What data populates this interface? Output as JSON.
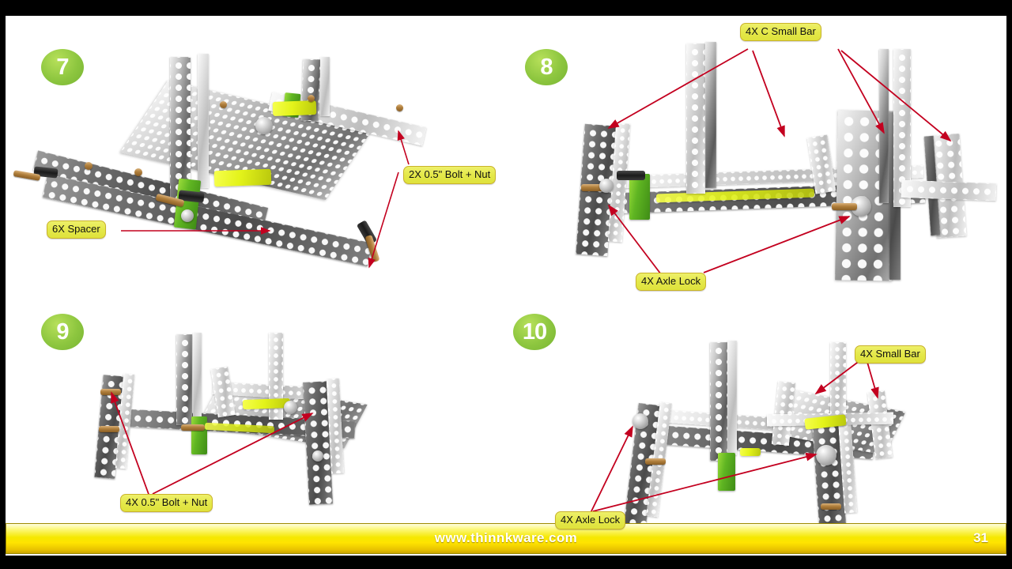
{
  "document": {
    "page_number": "31",
    "footer_url": "www.thinnkware.com"
  },
  "steps": [
    {
      "id": "step-7",
      "number": "7",
      "labels": [
        {
          "name": "label-6x-spacer",
          "text": "6X Spacer"
        },
        {
          "name": "label-2x-bolt-nut",
          "text": "2X 0.5\" Bolt + Nut"
        }
      ]
    },
    {
      "id": "step-8",
      "number": "8",
      "labels": [
        {
          "name": "label-4x-c-small-bar",
          "text": "4X C Small Bar"
        },
        {
          "name": "label-4x-axle-lock",
          "text": "4X Axle Lock"
        }
      ]
    },
    {
      "id": "step-9",
      "number": "9",
      "labels": [
        {
          "name": "label-4x-bolt-nut",
          "text": "4X 0.5\" Bolt + Nut"
        }
      ]
    },
    {
      "id": "step-10",
      "number": "10",
      "labels": [
        {
          "name": "label-4x-small-bar",
          "text": "4X Small Bar"
        },
        {
          "name": "label-4x-axle-lock",
          "text": "4X Axle Lock"
        }
      ]
    }
  ],
  "colors": {
    "badge_green": "#8dc63f",
    "label_yellow": "#e4e84a",
    "label_border": "#c9b32a",
    "leader_red": "#c3001f",
    "footer_yellow": "#f5e800",
    "letterbox": "#000000"
  }
}
